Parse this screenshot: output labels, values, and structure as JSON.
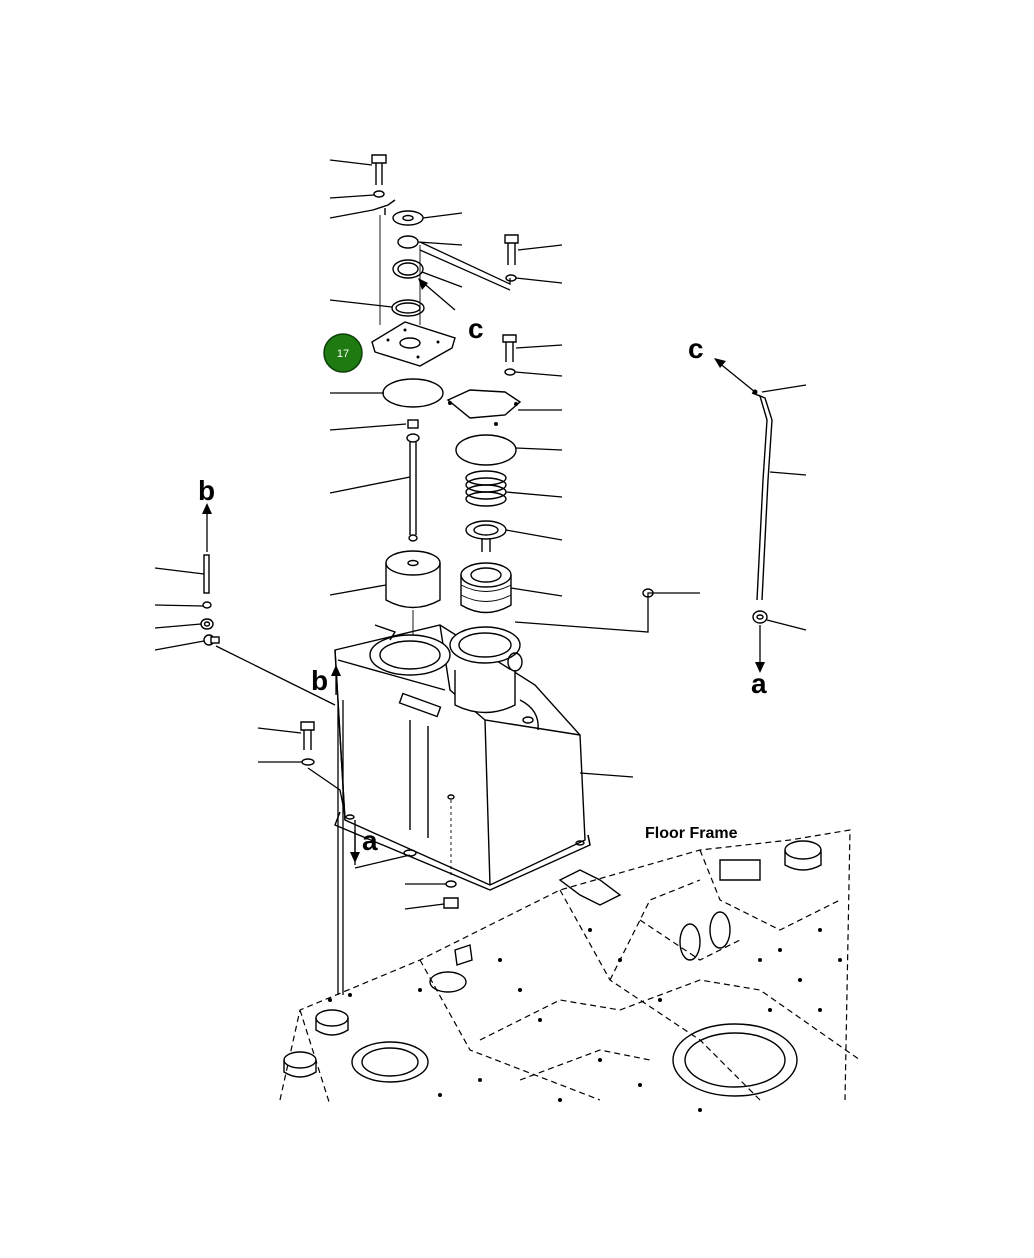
{
  "labels": {
    "floor_frame": "Floor Frame",
    "ref_a_top": "a",
    "ref_a_left": "a",
    "ref_b_top": "b",
    "ref_b_mid": "b",
    "ref_c_mid": "c",
    "ref_c_right": "c"
  },
  "callout": {
    "number": "17",
    "color": "#1f7a12"
  }
}
